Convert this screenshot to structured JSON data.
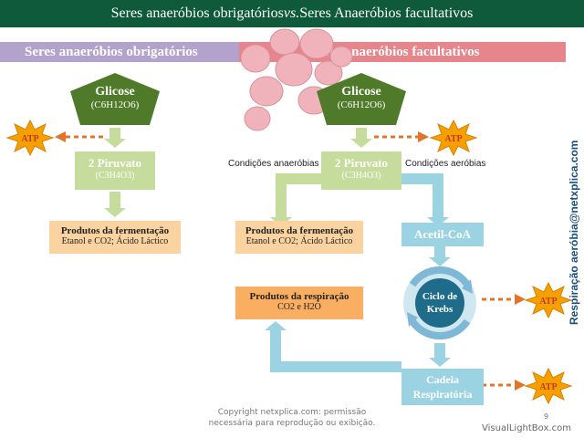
{
  "title": {
    "part1": "Seres anaeróbios obrigatórios ",
    "vs": "vs.",
    "part2": " Seres Anaeróbios facultativos"
  },
  "bands": {
    "left": "Seres anaeróbios obrigatórios",
    "right": "Seres anaeróbios facultativos"
  },
  "left_column": {
    "glucose": {
      "name": "Glicose",
      "formula": "(C6H12O6)"
    },
    "atp": "ATP",
    "pyruvate": {
      "name": "2 Piruvato",
      "formula": "(C3H4O3)"
    },
    "fermentation": {
      "title": "Produtos da fermentação",
      "products": "Etanol e CO2; Ácido Láctico"
    }
  },
  "right_column": {
    "glucose": {
      "name": "Glicose",
      "formula": "(C6H12O6)"
    },
    "atp": "ATP",
    "pyruvate": {
      "name": "2 Piruvato",
      "formula": "(C3H4O3)"
    },
    "condition_anaerobic": "Condições anaeróbias",
    "condition_aerobic": "Condições aeróbias",
    "fermentation": {
      "title": "Produtos da fermentação",
      "products": "Etanol e CO2; Ácido Láctico"
    },
    "acetyl": "Acetil-CoA",
    "krebs": {
      "line1": "Ciclo de",
      "line2": "Krebs"
    },
    "krebs_atp": "ATP",
    "respiration": {
      "title": "Produtos da respiração",
      "products": "CO2 e H2O"
    },
    "chain": {
      "line1": "Cadeia",
      "line2": "Respiratória"
    },
    "chain_atp": "ATP"
  },
  "side_text": "Respiração aeróbia@netxplica.com",
  "footer": {
    "line1": "Copyright netxplica.com: permissão",
    "line2": "necessária para reprodução ou exibição."
  },
  "page_number": "9",
  "watermark": "VisualLightBox.com",
  "colors": {
    "title_bg": "#0f5a3a",
    "band_left": "#b3a3cc",
    "band_right": "#e6858b",
    "pentagon": "#4f7a2a",
    "light_green": "#c5dc9c",
    "blue": "#9cd3e2",
    "orange": "#f9ae62",
    "atp_star": "#f6a000"
  }
}
